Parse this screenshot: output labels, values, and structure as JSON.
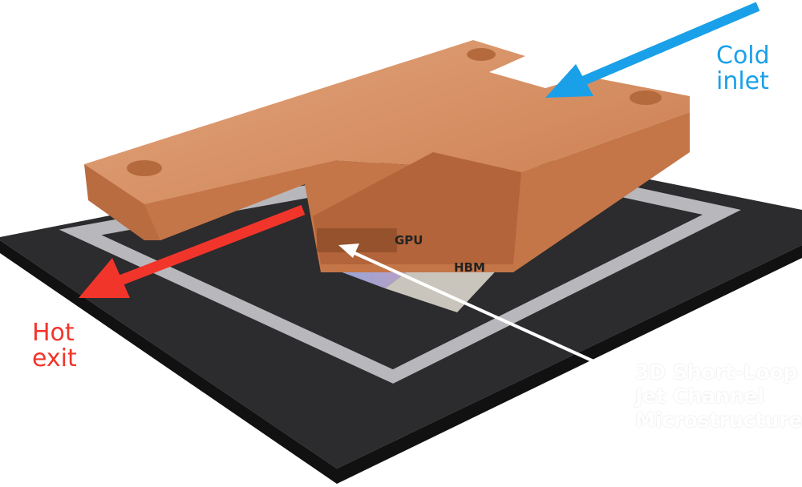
{
  "labels": {
    "cold_inlet": [
      "Cold",
      "inlet"
    ],
    "hot_exit": [
      "Hot",
      "exit"
    ],
    "gpu": "GPU",
    "hbm": "HBM",
    "microstructures": [
      "3D Short-Loop",
      "Jet Channel",
      "Microstructures"
    ]
  },
  "colors": {
    "cold": "#1aa0e8",
    "hot": "#f2352b",
    "copper": "#d98c5f",
    "substrate": "#2b2a2c"
  }
}
